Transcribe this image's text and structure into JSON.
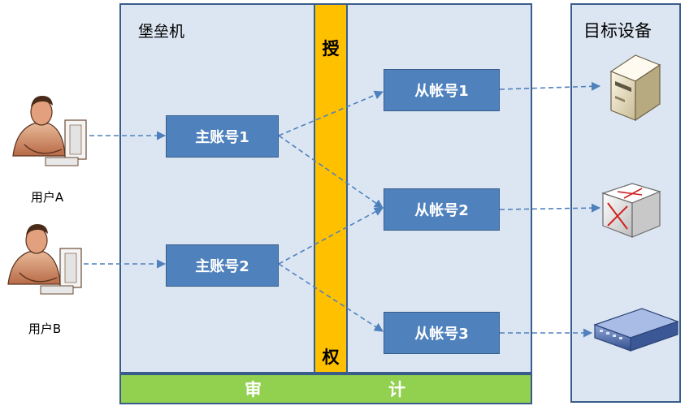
{
  "diagram": {
    "bastion_title": "堡垒机",
    "target_title": "目标设备",
    "authorization": {
      "top_char": "授",
      "bottom_char": "权"
    },
    "audit": {
      "left_char": "审",
      "right_char": "计"
    },
    "users": [
      {
        "label": "用户A"
      },
      {
        "label": "用户B"
      }
    ],
    "master_accounts": [
      {
        "label": "主账号1"
      },
      {
        "label": "主账号2"
      }
    ],
    "sub_accounts": [
      {
        "label": "从帐号1"
      },
      {
        "label": "从帐号2"
      },
      {
        "label": "从帐号3"
      }
    ],
    "devices": [
      {
        "icon": "server-icon"
      },
      {
        "icon": "router-icon"
      },
      {
        "icon": "switch-icon"
      }
    ],
    "colors": {
      "panel_fill": "#dce6f2",
      "panel_border": "#385d8a",
      "account_fill": "#4f81bd",
      "authorization_fill": "#ffc000",
      "audit_fill": "#92d050",
      "arrow": "#4f81bd"
    }
  }
}
